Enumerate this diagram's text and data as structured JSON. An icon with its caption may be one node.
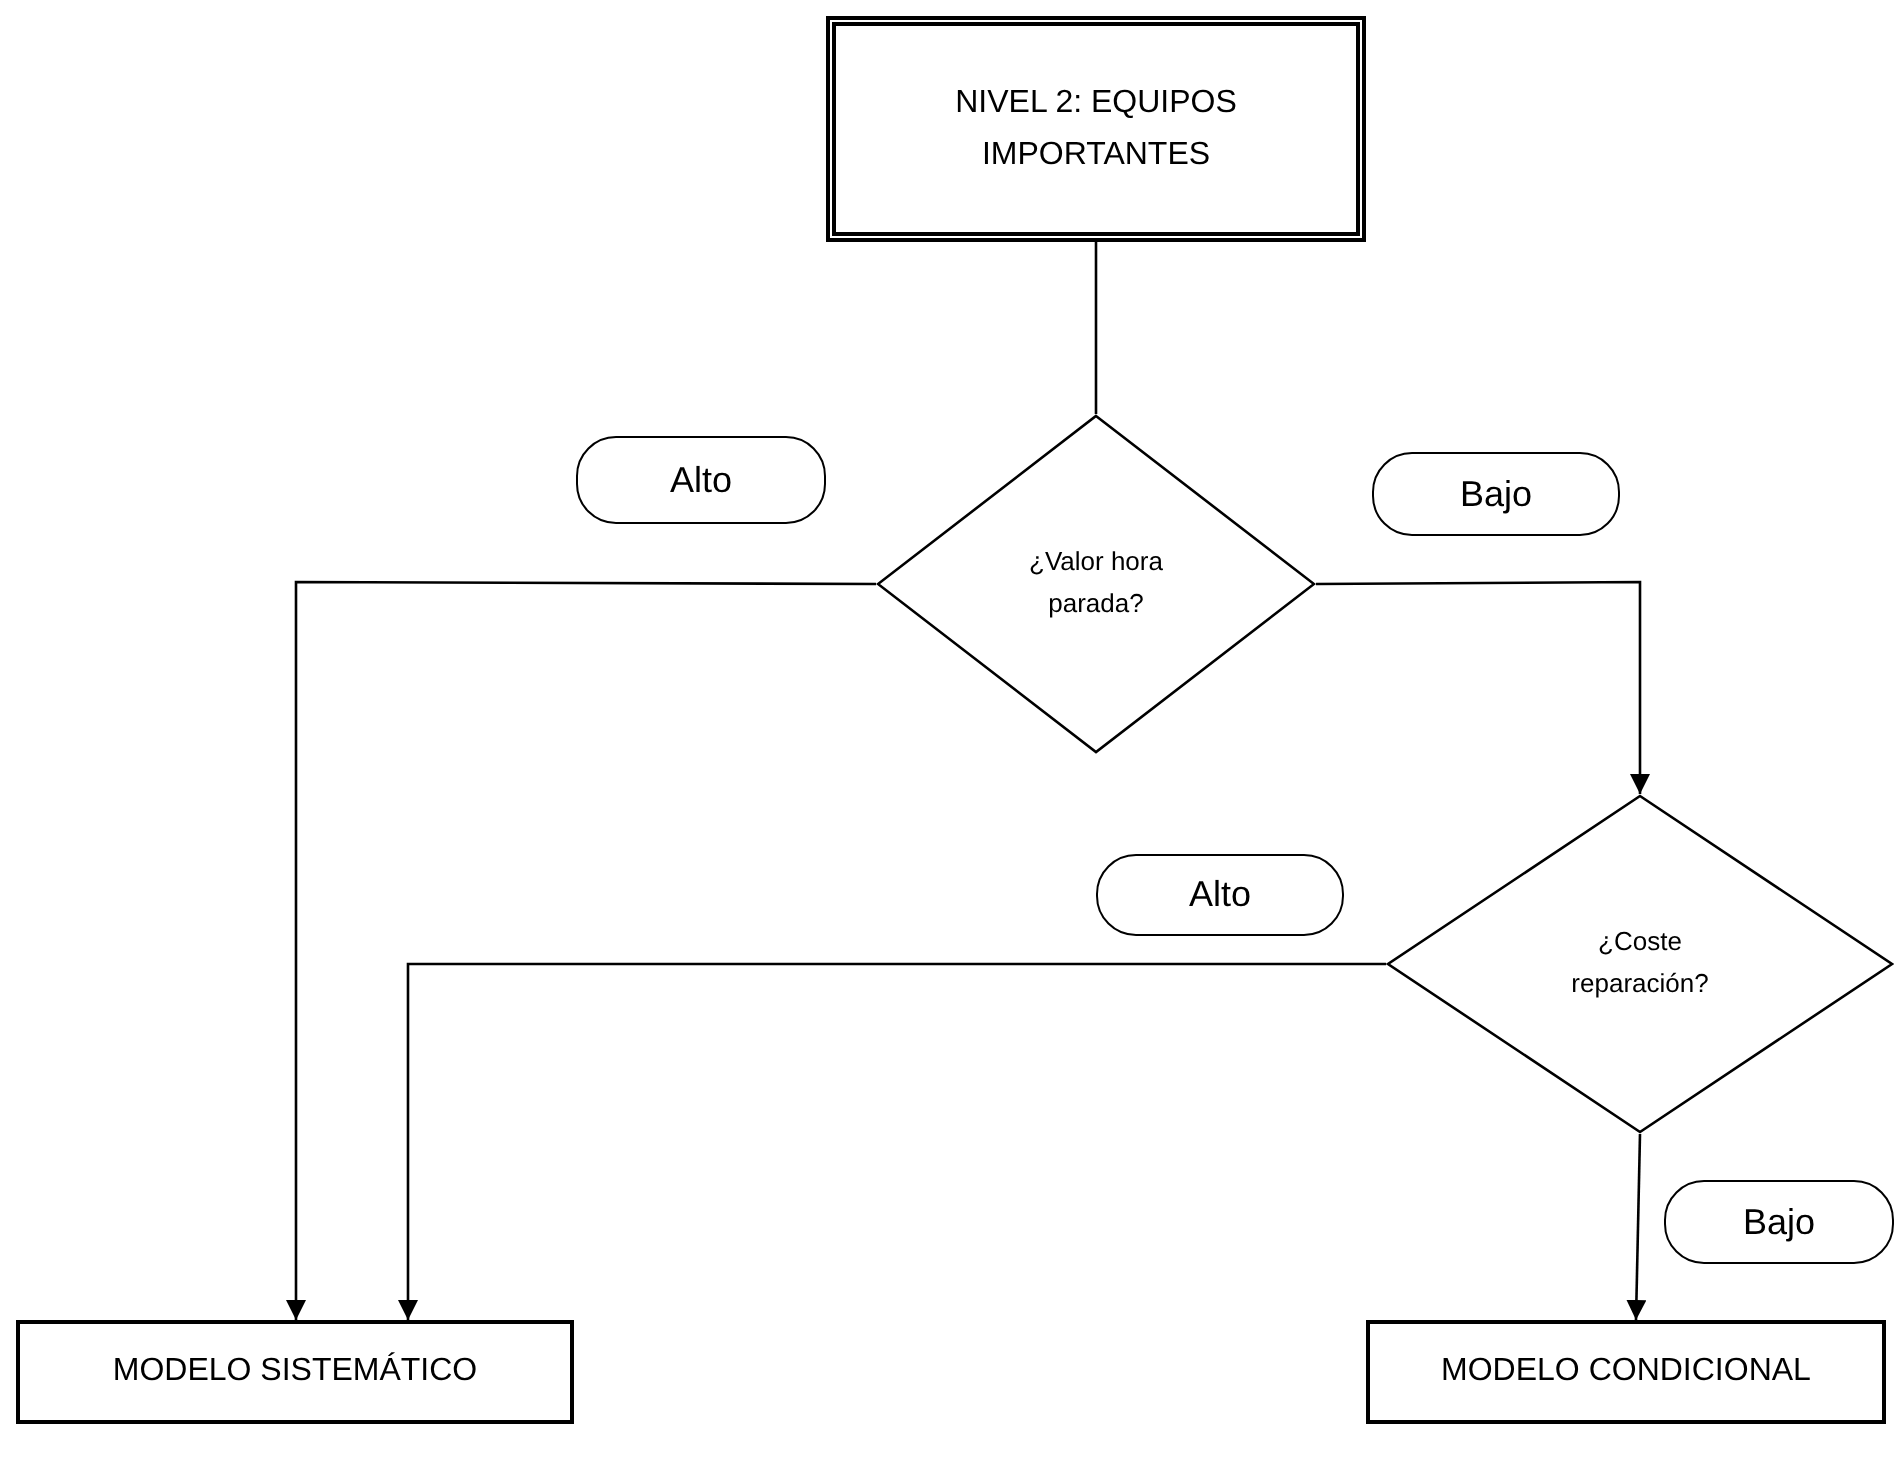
{
  "diagram": {
    "nodes": [
      {
        "text": [
          "NIVEL 2: EQUIPOS IMPORTANTES"
        ]
      },
      {
        "text": [
          "¿Valor hora parada?"
        ]
      },
      {
        "text": [
          "¿Coste reparación?"
        ]
      },
      {
        "text": [
          "MODELO SISTEMÁTICO"
        ]
      },
      {
        "text": [
          "MODELO CONDICIONAL"
        ]
      }
    ],
    "edges": [
      {
        "from": 0,
        "to": 1,
        "arrow": "none"
      },
      {
        "from": 1,
        "to": 3,
        "arrow": "to",
        "label": "Alto"
      },
      {
        "from": 1,
        "to": 2,
        "arrow": "to",
        "label": "Bajo"
      },
      {
        "from": 2,
        "to": 3,
        "arrow": "to",
        "label": "Alto"
      },
      {
        "from": 2,
        "to": 4,
        "arrow": "to",
        "label": "Bajo"
      }
    ]
  }
}
